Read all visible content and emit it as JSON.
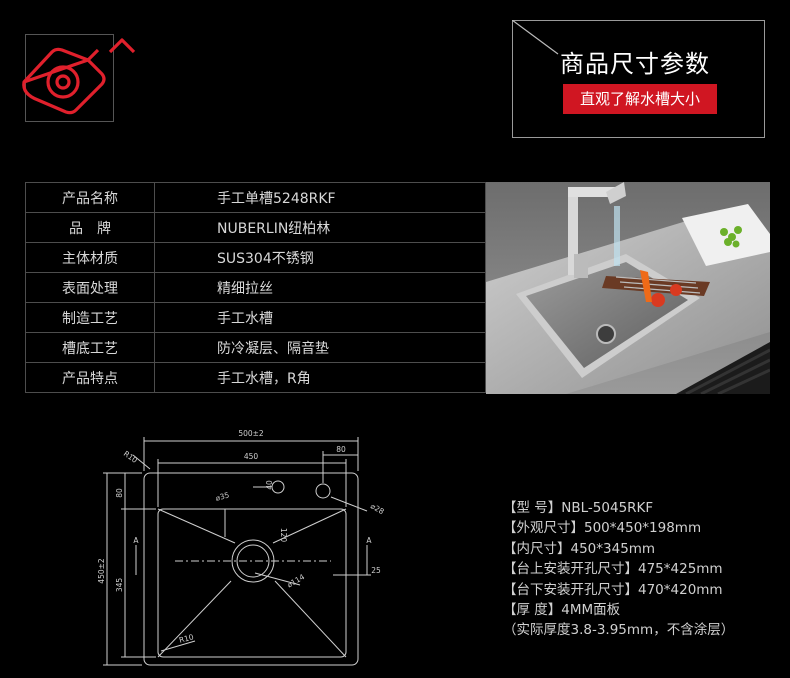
{
  "header": {
    "title": "商品尺寸参数",
    "subtitle": "直观了解水槽大小"
  },
  "colors": {
    "accent": "#d01622",
    "logo": "#e0202c",
    "background": "#000000"
  },
  "icons": {
    "logo": "camera-outline-icon"
  },
  "spec_table": {
    "rows": [
      {
        "key": "产品名称",
        "value": "手工单槽5248RKF"
      },
      {
        "key": "品　牌",
        "value": "NUBERLIN纽柏林"
      },
      {
        "key": "主体材质",
        "value": "SUS304不锈钢"
      },
      {
        "key": "表面处理",
        "value": "精细拉丝"
      },
      {
        "key": "制造工艺",
        "value": "手工水槽"
      },
      {
        "key": "槽底工艺",
        "value": "防冷凝层、隔音垫"
      },
      {
        "key": "产品特点",
        "value": "手工水槽，R角"
      }
    ]
  },
  "drawing": {
    "dim_outer_width": "500±2",
    "dim_inner_width": "450",
    "dim_tap_offset": "80",
    "dim_outer_height": "450±2",
    "dim_inner_height": "345",
    "dim_top_margin": "80",
    "corner_radius_outer": "R10",
    "corner_radius_inner": "R10",
    "hole_tap": "⌀35",
    "hole_right": "⌀28",
    "hole_spacing": "40",
    "drain_offset": "120",
    "drain_diameter": "⌀114",
    "side_margin": "25",
    "section_left": "A",
    "section_right": "A"
  },
  "specs": {
    "model": "【型 号】NBL-5045RKF",
    "outer_size": "【外观尺寸】500*450*198mm",
    "inner_size": "【内尺寸】450*345mm",
    "top_cutout": "【台上安装开孔尺寸】475*425mm",
    "under_cutout": "【台下安装开孔尺寸】470*420mm",
    "thickness": "【厚 度】4MM面板",
    "note": "（实际厚度3.8-3.95mm，不含涂层）"
  }
}
